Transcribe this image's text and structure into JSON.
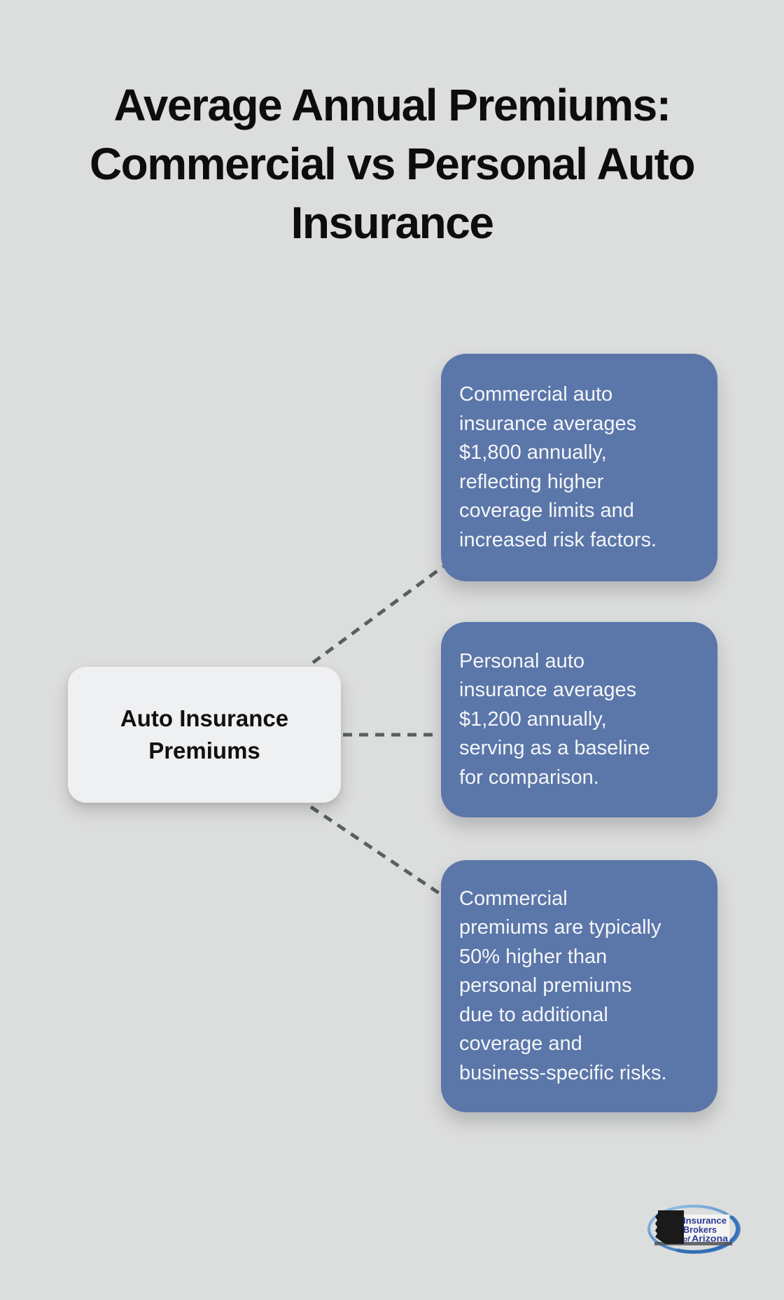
{
  "title": {
    "text": "Average Annual Premiums:\nCommercial vs Personal Auto\nInsurance"
  },
  "center_node": {
    "label": "Auto Insurance\nPremiums"
  },
  "branches": [
    {
      "text": "Commercial auto\ninsurance averages\n$1,800 annually,\nreflecting higher\ncoverage limits and\nincreased risk factors."
    },
    {
      "text": "Personal auto\ninsurance averages\n$1,200 annually,\nserving as a baseline\nfor comparison."
    },
    {
      "text": "Commercial\npremiums are typically\n50% higher than\npersonal premiums\ndue to additional\ncoverage and\nbusiness-specific risks."
    }
  ],
  "logo": {
    "line1": "Insurance",
    "line2": "Brokers",
    "line3_of": "of",
    "line3_name": "Arizona"
  },
  "colors": {
    "page_bg": "#dcdddd",
    "title_text": "#0d0d0d",
    "node_bg": "#eef0f2",
    "node_text": "#111111",
    "branch_bg": "#5b76a9",
    "branch_text": "#f4f6f8",
    "connector": "#595f5f",
    "logo_ring_light": "#9cc8ec",
    "logo_ring_dark": "#2e6cb5",
    "logo_text": "#2b3a94",
    "logo_shape": "#1a1a1a",
    "logo_label_bg": "#f4f4f2"
  }
}
